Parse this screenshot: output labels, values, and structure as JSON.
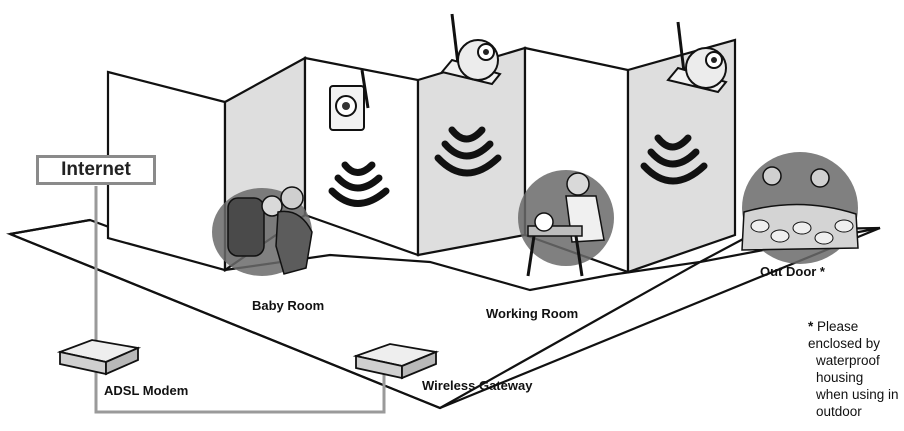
{
  "internet": {
    "label": "Internet"
  },
  "rooms": {
    "baby": "Baby Room",
    "working": "Working Room",
    "outdoor": "Out Door *"
  },
  "devices": {
    "modem": "ADSL Modem",
    "gateway": "Wireless Gateway"
  },
  "note": {
    "star": "*",
    "line1": "Please enclosed by",
    "line2": "waterproof housing",
    "line3": "when using in outdoor"
  },
  "colors": {
    "wall_fill": "#e6e6e6",
    "wall_shade": "#cfcfcf",
    "outline": "#111111",
    "cable": "#9a9a9a",
    "scene_dark": "#555555"
  }
}
